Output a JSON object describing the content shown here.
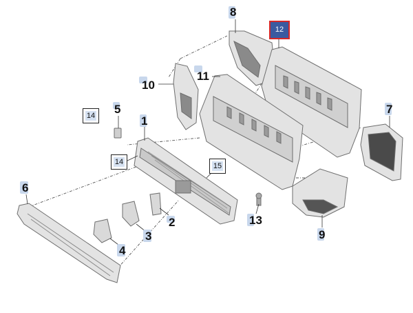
{
  "callouts": {
    "c1": "1",
    "c2": "2",
    "c3": "3",
    "c4": "4",
    "c5": "5",
    "c6": "6",
    "c7": "7",
    "c8": "8",
    "c9": "9",
    "c10": "10",
    "c11": "11",
    "c13": "13"
  },
  "boxed": {
    "b14a": "14",
    "b14b": "14",
    "b15": "15"
  },
  "highlighted": {
    "label": "12"
  },
  "colors": {
    "part_fill": "#e3e3e3",
    "part_stroke": "#6d6d6d",
    "dark_fill": "#8a8a8a",
    "highlight_fill": "#3a5aa0",
    "highlight_border": "#d62828",
    "tag_fill": "#c8d7ec"
  }
}
